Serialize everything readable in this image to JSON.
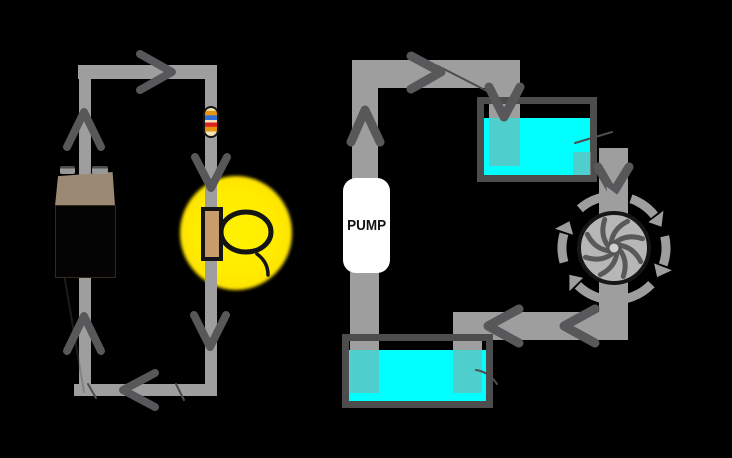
{
  "title": "electrical-circuit-vs-water-circuit-analogy",
  "colors": {
    "background": "#000000",
    "wire_pipe": "#9e9e9e",
    "flow_arrow": "#58585b",
    "water": "#00ffff",
    "tank_border": "#4d4d4d",
    "bulb_glow": "#ffee00",
    "pump_body": "#ffffff",
    "pump_text": "#111111",
    "battery_cap": "#9c8974",
    "battery_body": "#040404",
    "bulb_base": "#c99c6b",
    "resistor_body": "#f2e3bd",
    "resistor_bands": [
      "#e8930c",
      "#2f6fd6",
      "#e02222"
    ],
    "turbine_body": "#b7b7b7",
    "turbine_blades": "#595959",
    "rotation_arrow": "#9e9e9e"
  },
  "electrical_circuit": {
    "components": [
      "battery",
      "resistor",
      "light-bulb"
    ],
    "flow_direction": "clockwise",
    "arrow_count": 6
  },
  "water_circuit": {
    "pump_label": "PUMP",
    "components": [
      "pump",
      "upper-tank",
      "turbine",
      "lower-tank"
    ],
    "flow_direction": "clockwise",
    "turbine_rotation": "clockwise",
    "arrow_count": 6
  }
}
